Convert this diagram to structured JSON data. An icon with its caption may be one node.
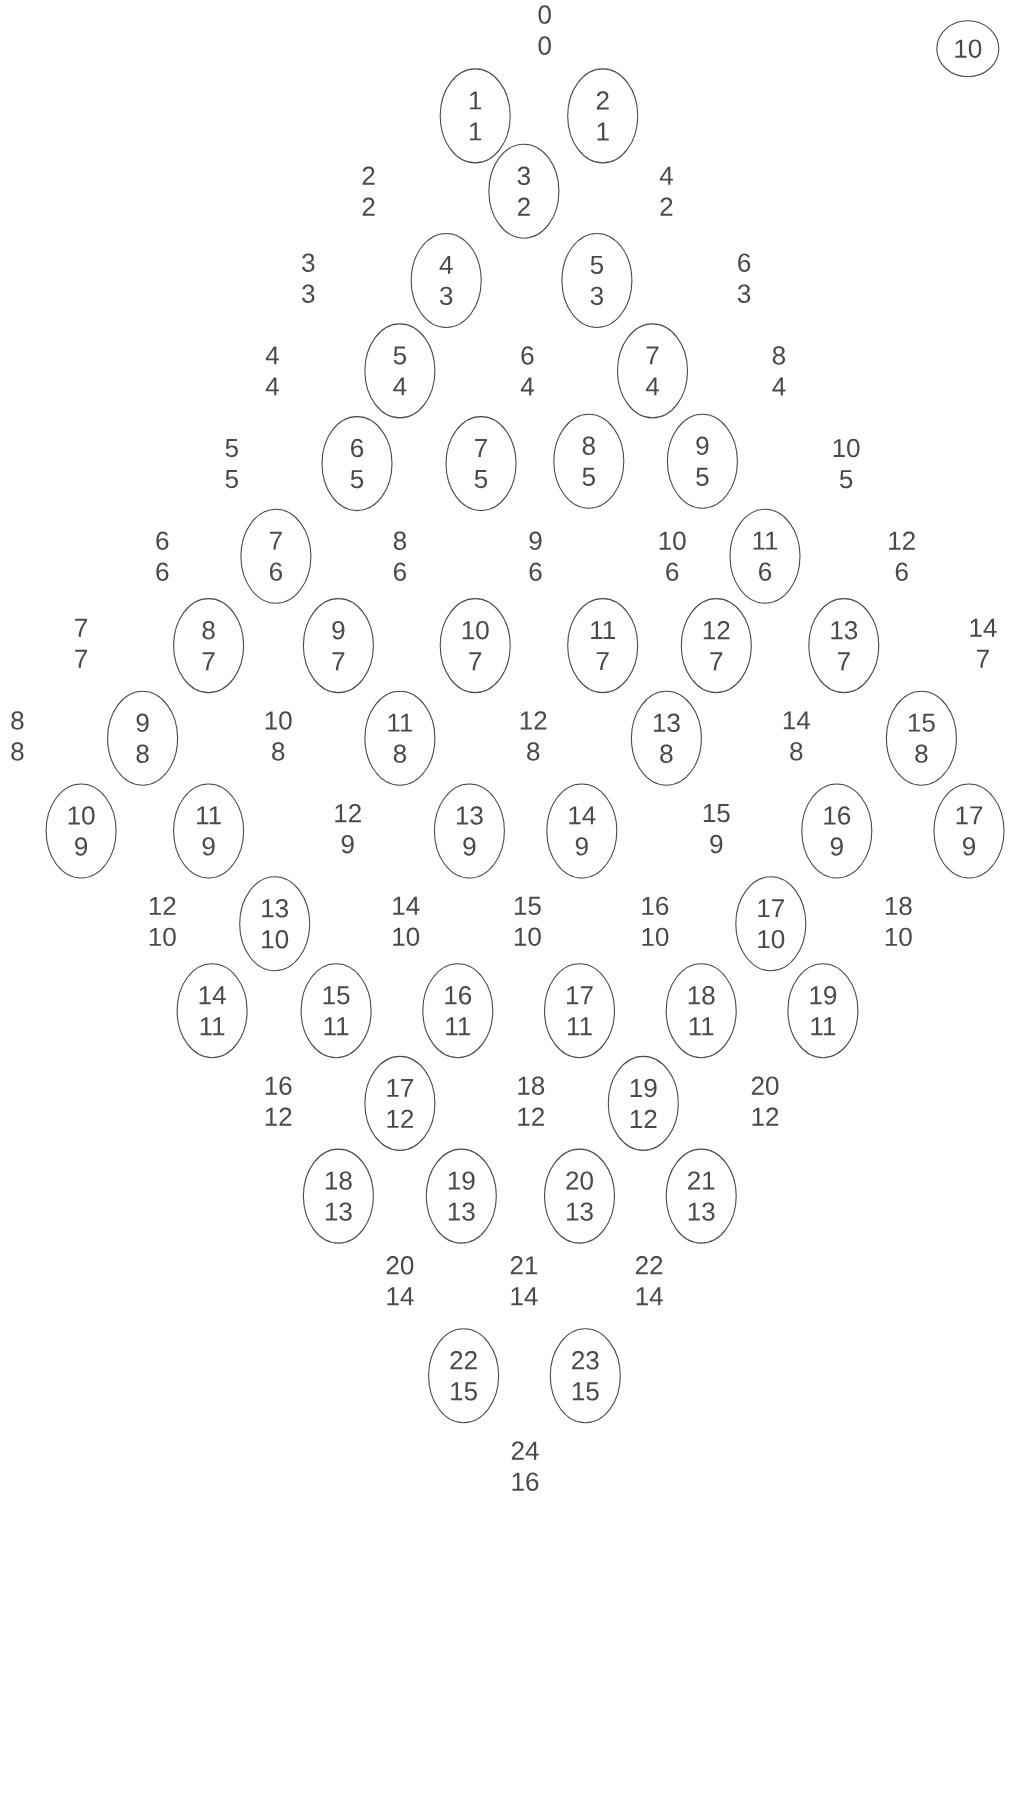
{
  "diagram": {
    "nodes": [
      {
        "text": [
          "10"
        ]
      },
      {
        "text": [
          "1",
          "1"
        ]
      },
      {
        "text": [
          "2",
          "1"
        ]
      },
      {
        "text": [
          "3",
          "2"
        ]
      },
      {
        "text": [
          "4",
          "3"
        ]
      },
      {
        "text": [
          "5",
          "3"
        ]
      },
      {
        "text": [
          "5",
          "4"
        ]
      },
      {
        "text": [
          "7",
          "4"
        ]
      },
      {
        "text": [
          "6",
          "5"
        ]
      },
      {
        "text": [
          "7",
          "5"
        ]
      },
      {
        "text": [
          "8",
          "5"
        ]
      },
      {
        "text": [
          "9",
          "5"
        ]
      },
      {
        "text": [
          "7",
          "6"
        ]
      },
      {
        "text": [
          "11",
          "6"
        ]
      },
      {
        "text": [
          "8",
          "7"
        ]
      },
      {
        "text": [
          "9",
          "7"
        ]
      },
      {
        "text": [
          "10",
          "7"
        ]
      },
      {
        "text": [
          "11",
          "7"
        ]
      },
      {
        "text": [
          "12",
          "7"
        ]
      },
      {
        "text": [
          "13",
          "7"
        ]
      },
      {
        "text": [
          "9",
          "8"
        ]
      },
      {
        "text": [
          "11",
          "8"
        ]
      },
      {
        "text": [
          "13",
          "8"
        ]
      },
      {
        "text": [
          "15",
          "8"
        ]
      },
      {
        "text": [
          "10",
          "9"
        ]
      },
      {
        "text": [
          "11",
          "9"
        ]
      },
      {
        "text": [
          "13",
          "9"
        ]
      },
      {
        "text": [
          "14",
          "9"
        ]
      },
      {
        "text": [
          "16",
          "9"
        ]
      },
      {
        "text": [
          "17",
          "9"
        ]
      },
      {
        "text": [
          "13",
          "10"
        ]
      },
      {
        "text": [
          "17",
          "10"
        ]
      },
      {
        "text": [
          "14",
          "11"
        ]
      },
      {
        "text": [
          "15",
          "11"
        ]
      },
      {
        "text": [
          "16",
          "11"
        ]
      },
      {
        "text": [
          "17",
          "11"
        ]
      },
      {
        "text": [
          "18",
          "11"
        ]
      },
      {
        "text": [
          "19",
          "11"
        ]
      },
      {
        "text": [
          "17",
          "12"
        ]
      },
      {
        "text": [
          "19",
          "12"
        ]
      },
      {
        "text": [
          "18",
          "13"
        ]
      },
      {
        "text": [
          "19",
          "13"
        ]
      },
      {
        "text": [
          "20",
          "13"
        ]
      },
      {
        "text": [
          "21",
          "13"
        ]
      },
      {
        "text": [
          "22",
          "15"
        ]
      },
      {
        "text": [
          "23",
          "15"
        ]
      }
    ],
    "labels": [
      "0",
      "0",
      "2",
      "2",
      "4",
      "2",
      "3",
      "3",
      "6",
      "3",
      "4",
      "4",
      "6",
      "4",
      "8",
      "4",
      "5",
      "5",
      "10",
      "5",
      "6",
      "6",
      "8",
      "6",
      "9",
      "6",
      "10",
      "6",
      "12",
      "6",
      "7",
      "7",
      "14",
      "7",
      "8",
      "8",
      "10",
      "8",
      "12",
      "8",
      "14",
      "8",
      "12",
      "9",
      "15",
      "9",
      "12",
      "10",
      "14",
      "10",
      "15",
      "10",
      "16",
      "10",
      "18",
      "10",
      "16",
      "12",
      "18",
      "12",
      "20",
      "12",
      "20",
      "14",
      "21",
      "14",
      "22",
      "14",
      "24",
      "16"
    ]
  }
}
